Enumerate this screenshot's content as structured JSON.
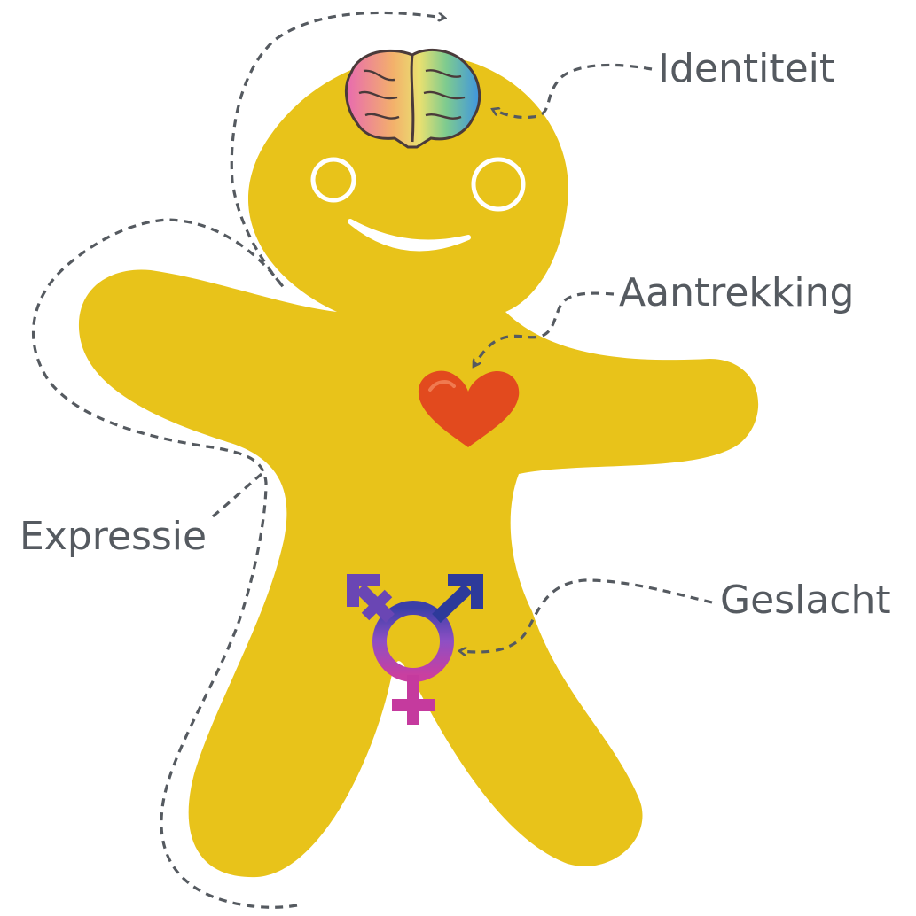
{
  "labels": {
    "identiteit": "Identiteit",
    "aantrekking": "Aantrekking",
    "geslacht": "Geslacht",
    "expressie": "Expressie"
  },
  "icons": {
    "head": "brain-icon",
    "chest": "heart-icon",
    "groin": "transgender-symbol-icon"
  },
  "colors": {
    "body": "#E8C31A",
    "label_text": "#555a60",
    "arrow": "#555a60",
    "heart": "#E24A1E",
    "symbol_male": "#2D3A9A",
    "symbol_middle": "#8E4FC4",
    "symbol_female": "#C53A9E"
  }
}
